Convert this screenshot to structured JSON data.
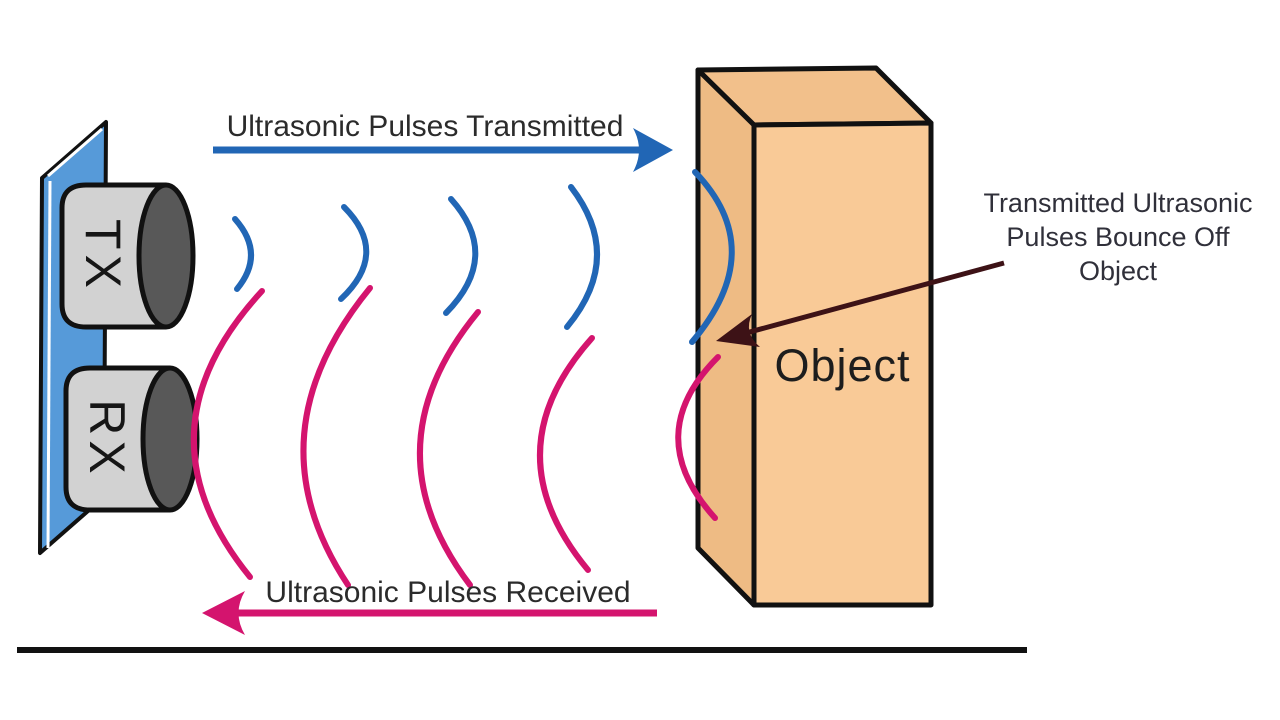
{
  "sensor": {
    "tx_label": "TX",
    "rx_label": "RX"
  },
  "transmit": {
    "label": "Ultrasonic Pulses Transmitted"
  },
  "receive": {
    "label": "Ultrasonic Pulses Received"
  },
  "object": {
    "label": "Object"
  },
  "annotation": {
    "line1": "Transmitted Ultrasonic",
    "line2": "Pulses Bounce Off",
    "line3": "Object"
  },
  "colors": {
    "transmit_blue": "#2166b5",
    "receive_pink": "#d4146e",
    "board_blue": "#569ad9",
    "board_edge_highlight": "#ffffff",
    "object_fill_front": "#f9ca97",
    "object_fill_top": "#f2c08b",
    "object_fill_left": "#eebb84",
    "annotation_maroon": "#3d1216",
    "cylinder_body": "#d2d2d2",
    "cylinder_face": "#585858",
    "outline": "#111111",
    "ground": "#111111",
    "heading_text": "#2b2b2b",
    "annotation_text": "#30303a"
  }
}
